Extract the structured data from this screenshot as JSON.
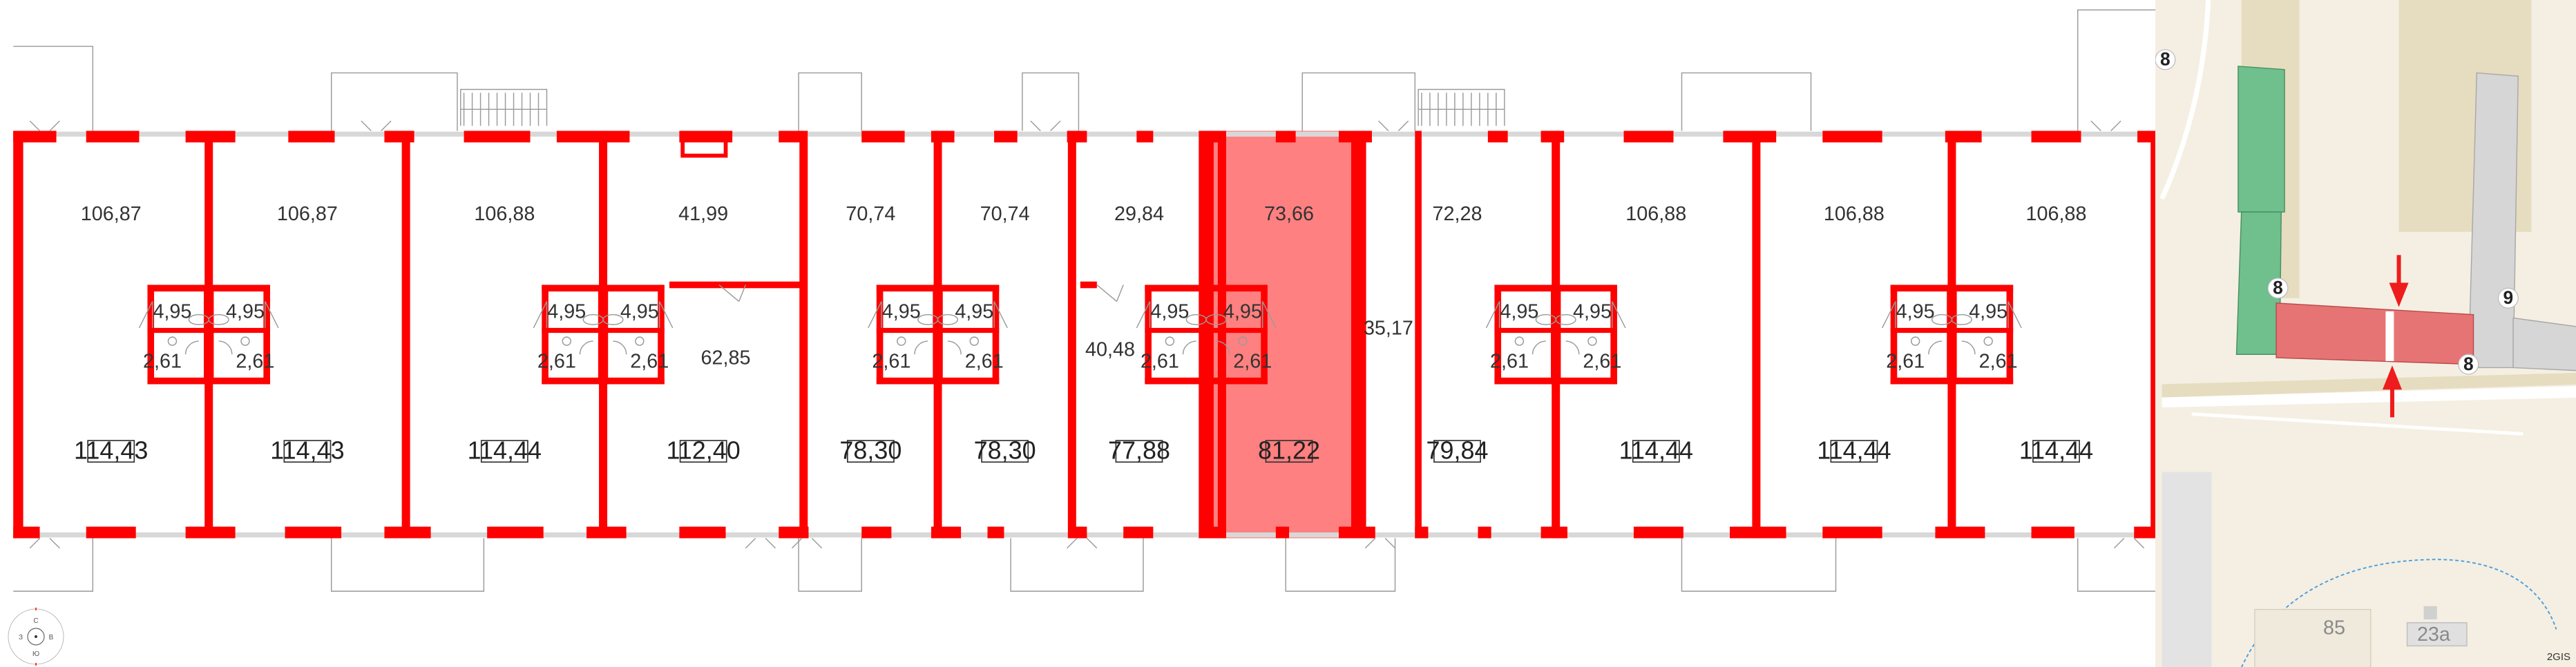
{
  "floor_plan": {
    "colors": {
      "wall": "#ff0000",
      "selected_fill": "#ff8080",
      "window": "#d8d8d8",
      "outline": "#9a9a9a"
    },
    "upper_room_areas": [
      "106,87",
      "106,87",
      "106,88",
      "41,99",
      "70,74",
      "70,74",
      "29,84",
      "73,66",
      "72,28",
      "106,88",
      "106,88",
      "106,88"
    ],
    "unit_totals": [
      "114,43",
      "114,43",
      "114,44",
      "112,40",
      "78,30",
      "78,30",
      "77,88",
      "81,22",
      "79,84",
      "114,44",
      "114,44",
      "114,44"
    ],
    "bath_areas": [
      "4,95",
      "4,95"
    ],
    "wc_areas": [
      "2,61",
      "2,61"
    ],
    "other_areas": {
      "hall_a": "62,85",
      "hall_b": "40,48",
      "corridor": "35,17"
    },
    "selected_unit_index": 7,
    "compass": {
      "north": "С",
      "east": "В",
      "south": "Ю",
      "west": "З"
    }
  },
  "map": {
    "colors": {
      "land": "#f4efe2",
      "building_beige": "#e6dcc0",
      "building_green": "#6fc08c",
      "building_gray": "#d6d6d6",
      "selected_building": "#e77474",
      "road": "#ffffff",
      "water_line": "#4a9de0",
      "arrow": "#ee1c1c"
    },
    "house_numbers": [
      "8",
      "8",
      "9",
      "8"
    ],
    "block_labels": [
      "85",
      "23а"
    ],
    "brand": "2GIS"
  }
}
